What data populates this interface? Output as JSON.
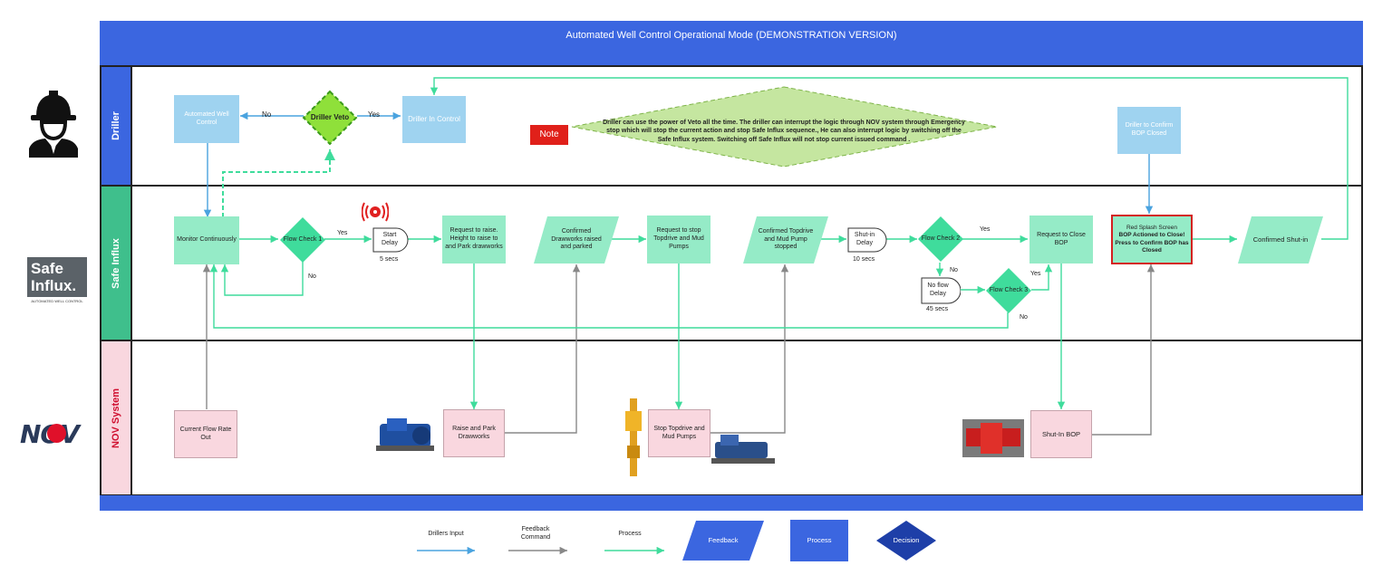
{
  "header": {
    "title": "Automated Well Control Operational Mode (DEMONSTRATION VERSION)"
  },
  "lanes": {
    "driller": "Driller",
    "safe_influx": "Safe Influx",
    "nov": "NOV System"
  },
  "logos": {
    "safe_influx_line1": "Safe",
    "safe_influx_line2": "Influx.",
    "safe_influx_tagline": "AUTOMATED WELL CONTROL",
    "nov": "NOV"
  },
  "driller_lane": {
    "automated_well_control": "Automated Well Control",
    "driller_veto": "Driller Veto",
    "driller_in_control": "Driller In Control",
    "no": "No",
    "yes": "Yes",
    "note_label": "Note",
    "note_text": "Driller can use the power of Veto all the time. The driller can interrupt the logic through NOV system through Emergency stop which will stop the current action and stop Safe Influx sequence., He can also interrupt logic by switching off the Safe Influx system. Switching off Safe Influx will not stop current issued command .",
    "driller_confirm": "Driller to Confirm BOP Closed"
  },
  "safe_lane": {
    "monitor": "Monitor Continuously",
    "flow_check_1": "Flow Check 1",
    "yes1": "Yes",
    "no1": "No",
    "start_delay": "Start Delay",
    "start_delay_time": "5 secs",
    "request_raise": "Request to raise. Height to raise to and Park drawworks",
    "confirmed_drawworks": "Confirmed Drawworks raised and parked",
    "request_stop": "Request to stop Topdrive and Mud Pumps",
    "confirmed_topdrive": "Confirmed Topdrive and Mud Pump stopped",
    "shutin_delay": "Shut-in Delay",
    "shutin_delay_time": "10 secs",
    "flow_check_2": "Flow Check 2",
    "yes2": "Yes",
    "no2": "No",
    "no_flow_delay": "No flow Delay",
    "no_flow_delay_time": "45 secs",
    "flow_check_3": "Flow Check 3",
    "yes3": "Yes",
    "no3": "No",
    "request_close": "Request to Close BOP",
    "red_splash_line1": "Red Splash Screen",
    "red_splash_line2": "BOP Actioned to Close! Press to Confirm BOP has Closed",
    "confirmed_shutin": "Confirmed Shut-in"
  },
  "nov_lane": {
    "current_flow": "Current Flow Rate Out",
    "raise_park": "Raise and Park Drawworks",
    "stop_topdrive": "Stop Topdrive and Mud Pumps",
    "shutin_bop": "Shut-In BOP"
  },
  "legend": {
    "drillers_input": "Drillers Input",
    "feedback_command": "Feedback Command",
    "process_arrow": "Process",
    "feedback": "Feedback",
    "process": "Process",
    "decision": "Decision"
  },
  "colors": {
    "lane_blue": "#3b66e0",
    "driller_input": "#4aa3df",
    "feedback": "#888888",
    "process": "#3fdc9c",
    "alarm": "#e02020"
  }
}
